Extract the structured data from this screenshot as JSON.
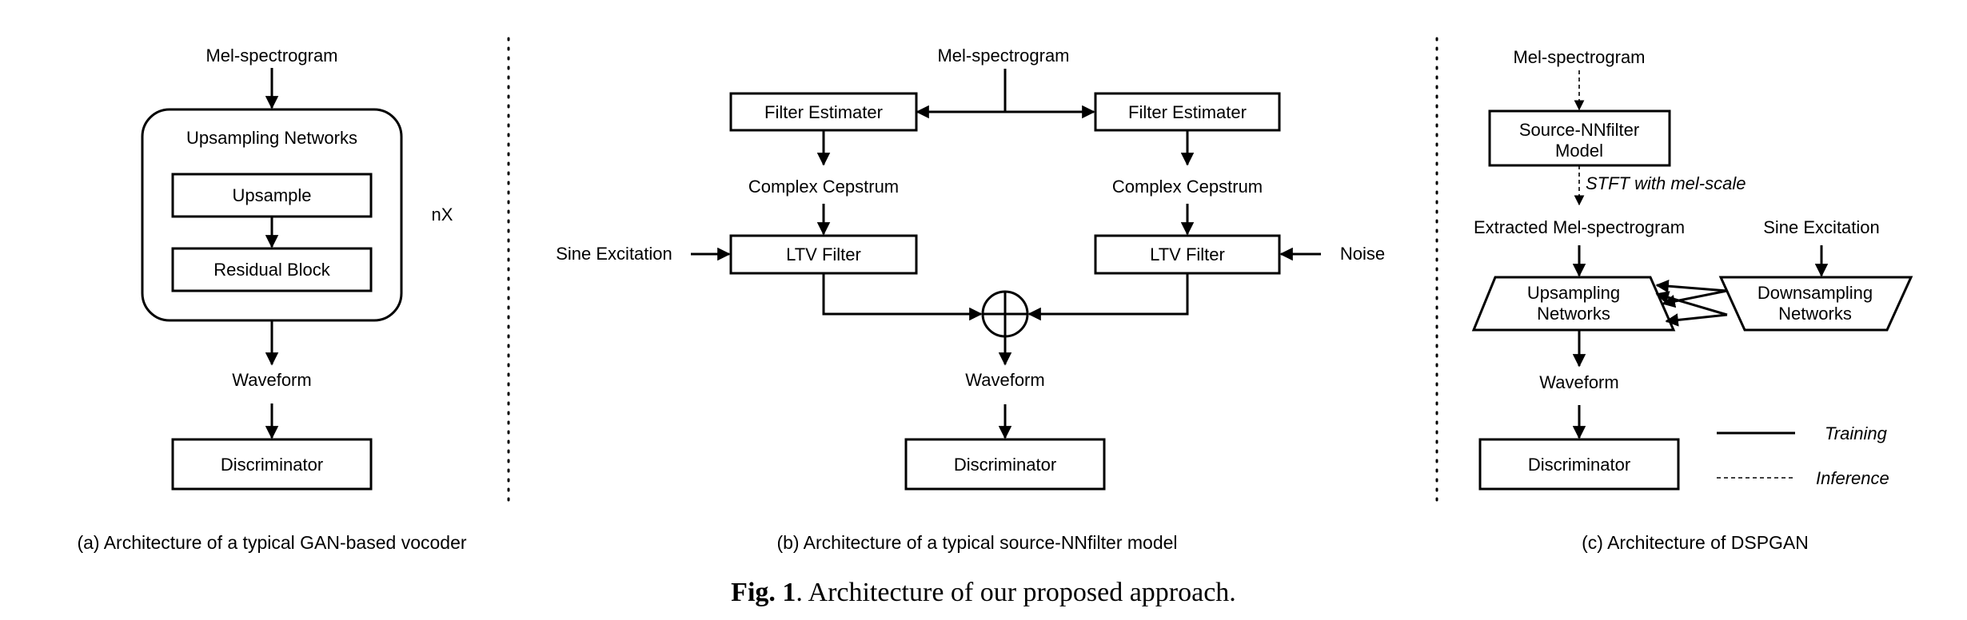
{
  "panel_a": {
    "input": "Mel-spectrogram",
    "group_title": "Upsampling Networks",
    "upsample": "Upsample",
    "residual": "Residual Block",
    "repeat": "nX",
    "output": "Waveform",
    "discriminator": "Discriminator",
    "caption": "(a) Architecture of a typical GAN-based vocoder"
  },
  "panel_b": {
    "input": "Mel-spectrogram",
    "filter_estimator_left": "Filter Estimater",
    "filter_estimator_right": "Filter Estimater",
    "cepstrum_left": "Complex Cepstrum",
    "cepstrum_right": "Complex Cepstrum",
    "sine": "Sine Excitation",
    "noise": "Noise",
    "ltv_left": "LTV Filter",
    "ltv_right": "LTV Filter",
    "output": "Waveform",
    "discriminator": "Discriminator",
    "caption": "(b) Architecture of a typical source-NNfilter model"
  },
  "panel_c": {
    "input": "Mel-spectrogram",
    "source_model_line1": "Source-NNfilter",
    "source_model_line2": "Model",
    "stft": "STFT with mel-scale",
    "extracted": "Extracted Mel-spectrogram",
    "sine": "Sine Excitation",
    "upsampling_line1": "Upsampling",
    "upsampling_line2": "Networks",
    "downsampling_line1": "Downsampling",
    "downsampling_line2": "Networks",
    "output": "Waveform",
    "discriminator": "Discriminator",
    "legend_training": "Training",
    "legend_inference": "Inference",
    "caption": "(c) Architecture of DSPGAN"
  },
  "figure": {
    "number": "Fig. 1",
    "title": ".  Architecture of our proposed approach."
  }
}
